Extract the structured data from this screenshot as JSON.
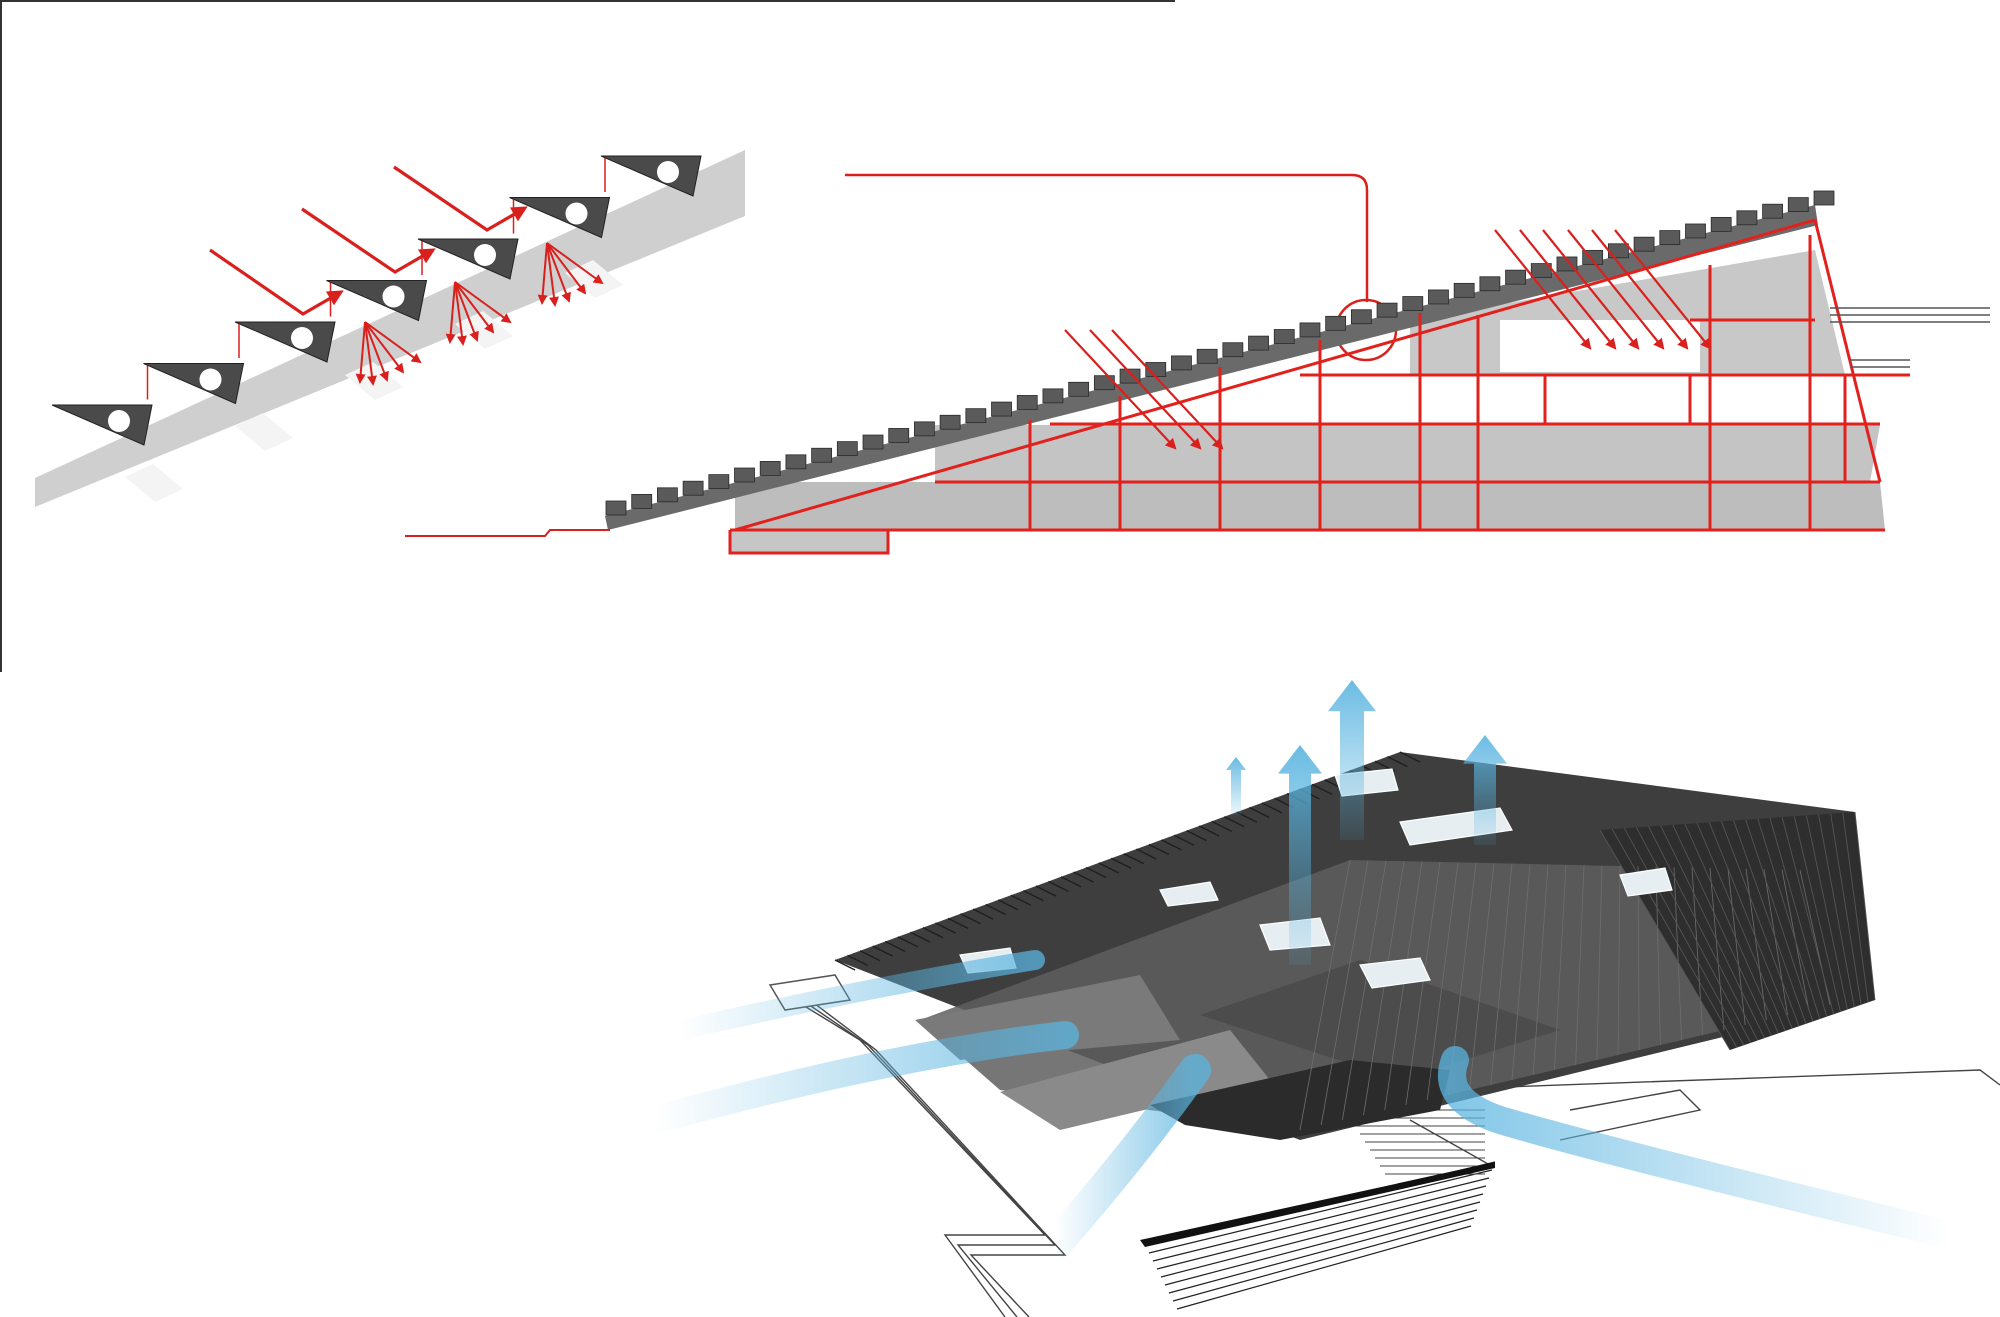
{
  "diagram": {
    "panels": [
      {
        "id": "louvre-detail",
        "label": ""
      },
      {
        "id": "building-section",
        "label": ""
      },
      {
        "id": "ventilation-axonometric",
        "label": ""
      }
    ],
    "legend": [],
    "colors": {
      "daylight_arrow": "#d9201d",
      "structure_highlight": "#e2211c",
      "louvre_fill": "#4a4a4a",
      "airflow_arrow": "#5ab4e0",
      "building_grey": "#bdbdbd",
      "roof_dark": "#3e3e3e",
      "frame_line": "#333333"
    },
    "icons": [
      "daylight-arrow-icon",
      "airflow-arrow-icon"
    ]
  }
}
